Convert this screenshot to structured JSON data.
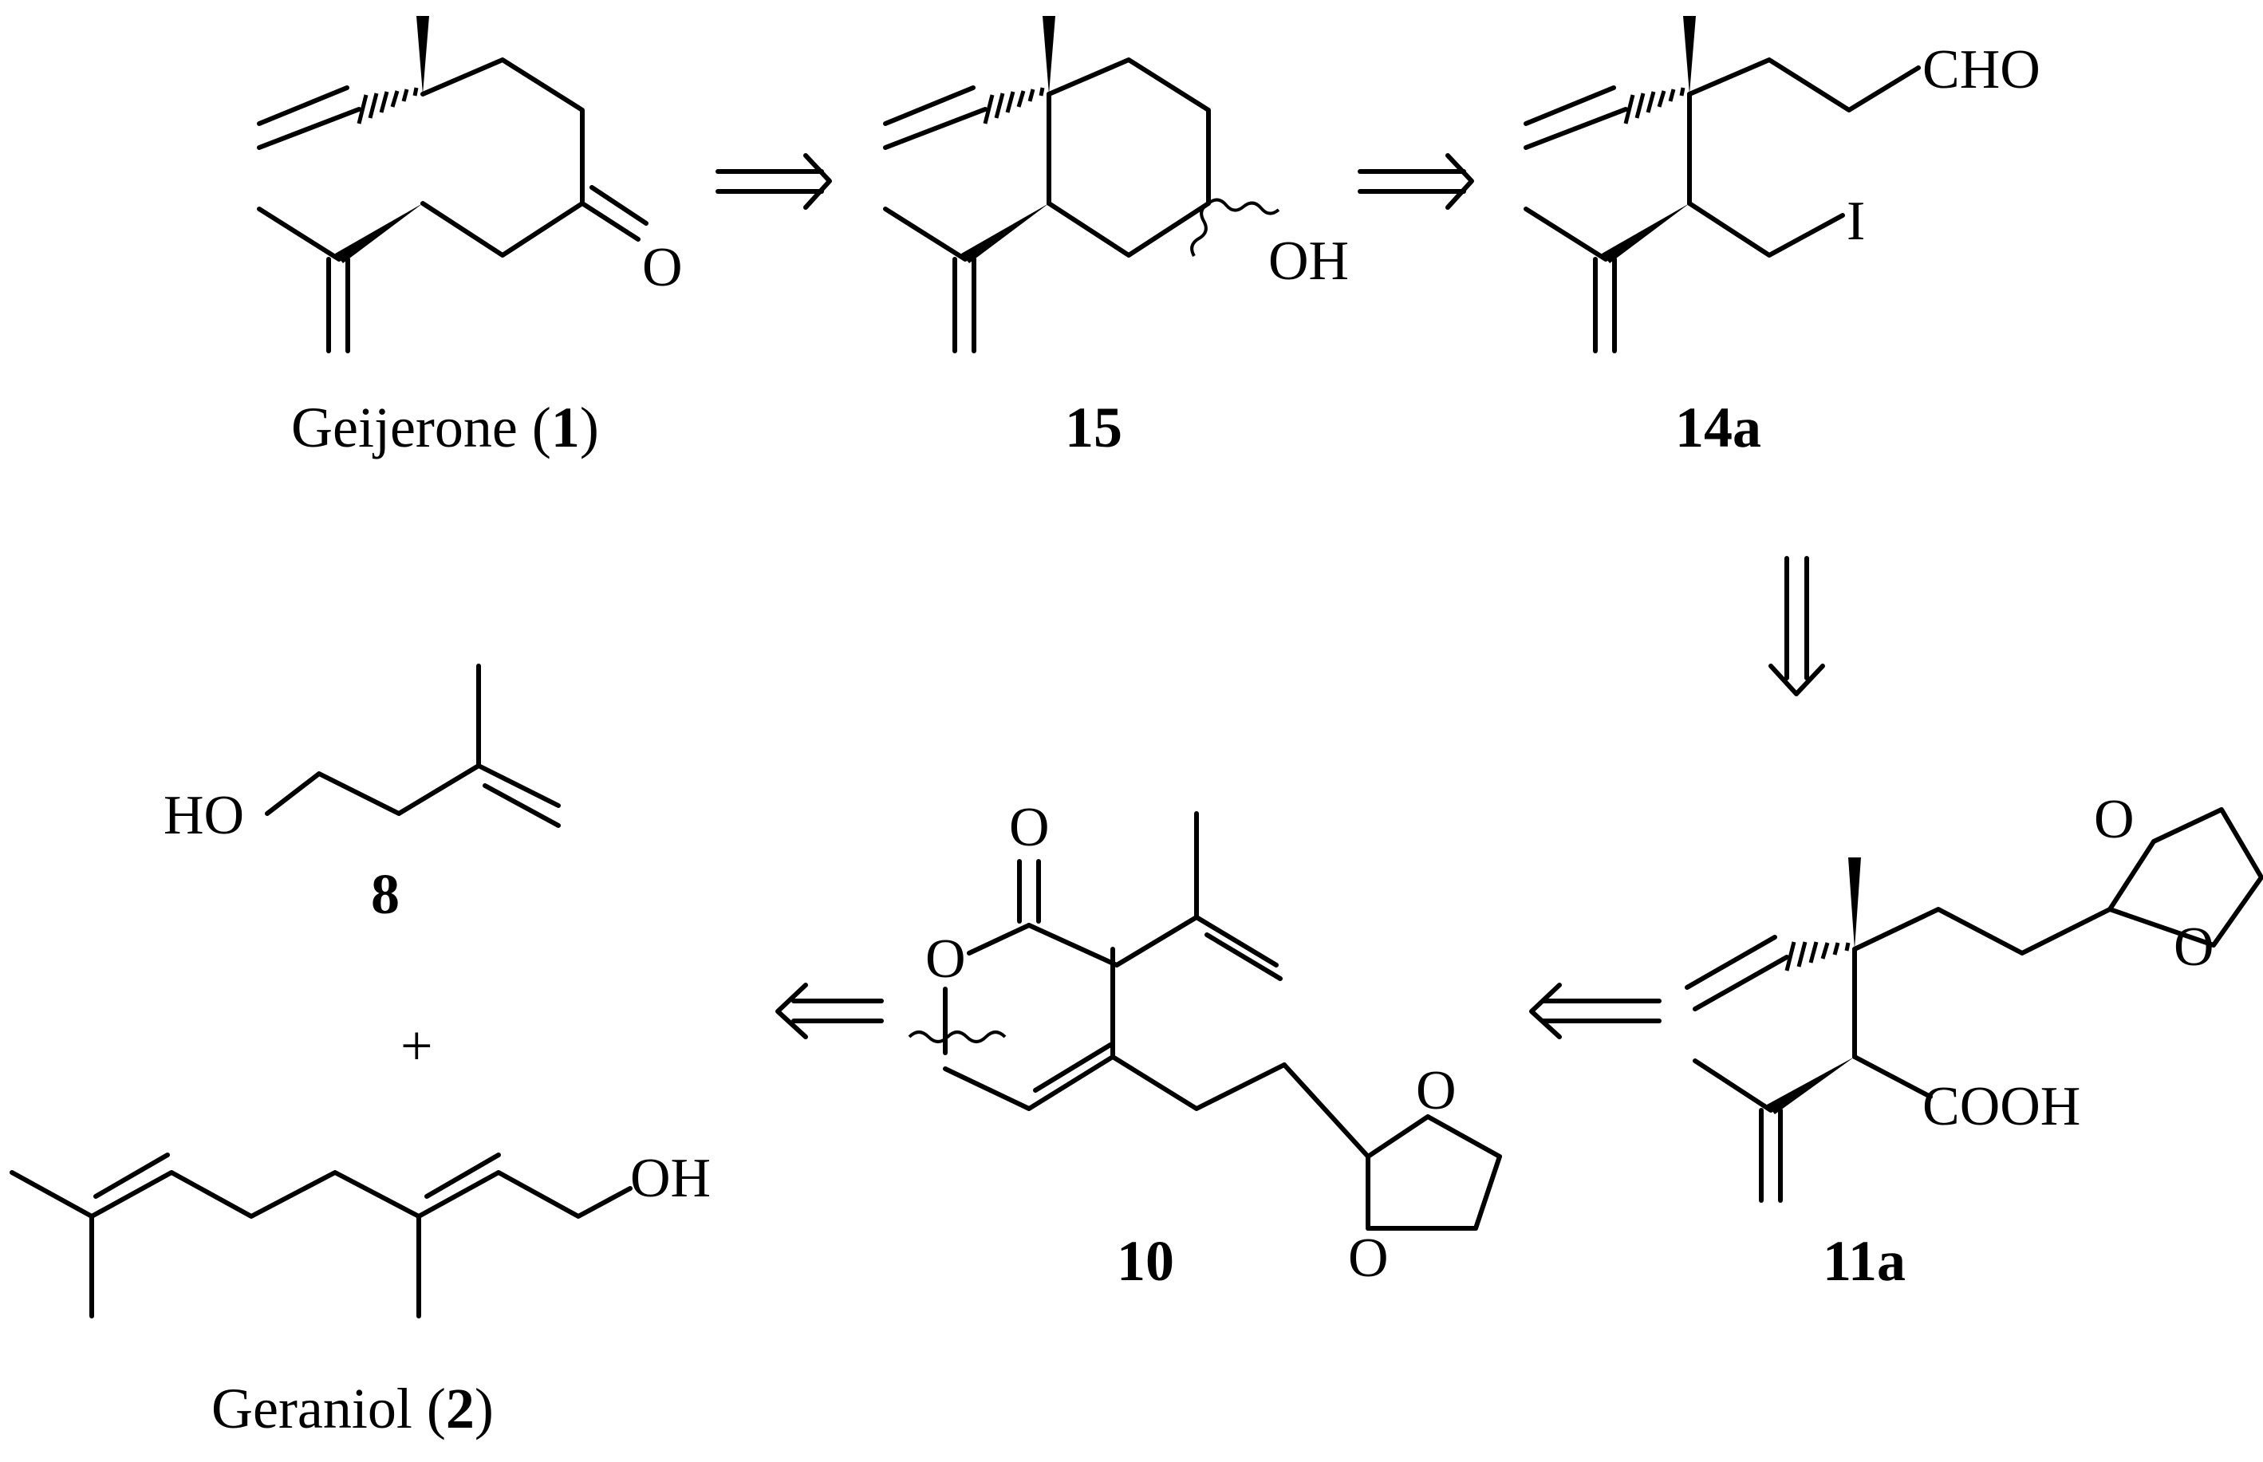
{
  "compounds": {
    "geijerone": {
      "name": "Geijerone (",
      "number": "1",
      "close": ")",
      "atom_o": "O"
    },
    "c15": {
      "number": "15",
      "atom_oh": "OH"
    },
    "c14a": {
      "number": "14a",
      "atom_cho": "CHO",
      "atom_i": "I"
    },
    "c11a": {
      "number": "11a",
      "atom_cooh": "COOH",
      "atom_o1": "O",
      "atom_o2": "O"
    },
    "c10": {
      "number": "10",
      "atom_o_carbonyl": "O",
      "atom_o_ester": "O",
      "atom_o1": "O",
      "atom_o2": "O"
    },
    "c8": {
      "number": "8",
      "atom_ho": "HO"
    },
    "plus": "+",
    "geraniol": {
      "name": "Geraniol (",
      "number": "2",
      "close": ")",
      "atom_oh": "OH"
    }
  }
}
